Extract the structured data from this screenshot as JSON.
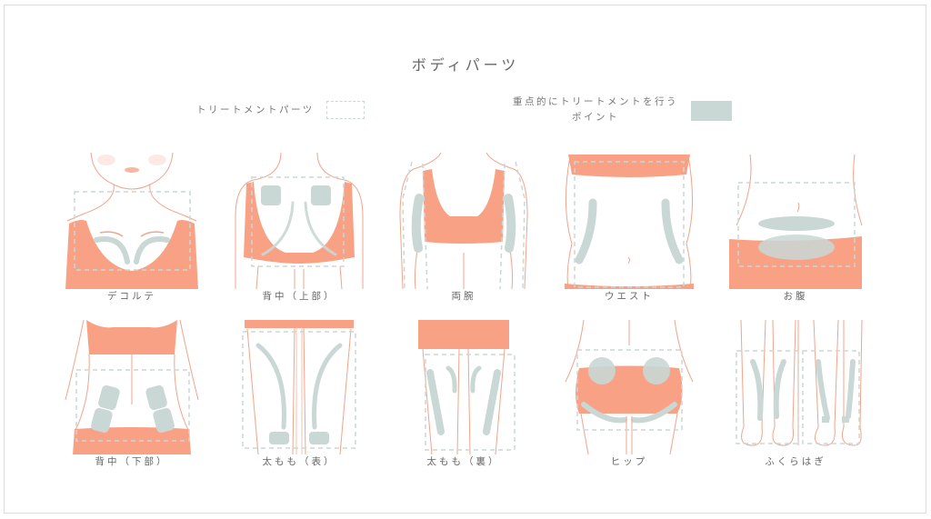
{
  "page": {
    "title": "ボディパーツ"
  },
  "legend": {
    "treatment_parts_label": "トリートメントパーツ",
    "focus_points_label_line1": "重点的にトリートメントを行う",
    "focus_points_label_line2": "ポイント",
    "treatment_parts_style": "dashed-outline",
    "focus_points_style": "solid-fill"
  },
  "colors": {
    "garment": "#F9A185",
    "outline": "#F0A48B",
    "focus_fill": "#C9D7D5",
    "dashed_border": "#C9D7D5",
    "text": "#666666"
  },
  "parts": [
    {
      "id": "decollete",
      "label": "デコルテ"
    },
    {
      "id": "upper-back",
      "label": "背中（上部）"
    },
    {
      "id": "both-arms",
      "label": "両腕"
    },
    {
      "id": "waist",
      "label": "ウエスト"
    },
    {
      "id": "belly",
      "label": "お腹"
    },
    {
      "id": "lower-back",
      "label": "背中（下部）"
    },
    {
      "id": "thigh-front",
      "label": "太もも（表）"
    },
    {
      "id": "thigh-back",
      "label": "太もも（裏）"
    },
    {
      "id": "hip",
      "label": "ヒップ"
    },
    {
      "id": "calf",
      "label": "ふくらはぎ"
    }
  ]
}
